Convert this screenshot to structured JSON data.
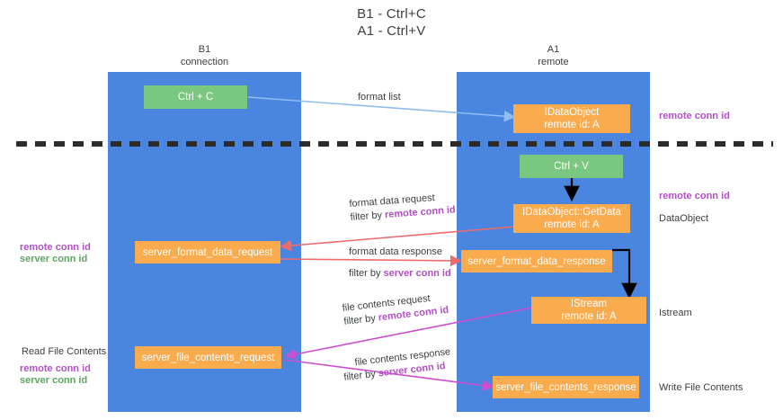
{
  "diagram": {
    "title_line1": "B1 - Ctrl+C",
    "title_line2": "A1 - Ctrl+V",
    "colors": {
      "lane": "#4a86e0",
      "green_box": "#7ac77f",
      "orange_box": "#f9ab4e",
      "purple_text": "#b34fc7",
      "green_text": "#5aa85f",
      "arrow_blue": "#8fbdf0",
      "arrow_red": "#ef6b6b",
      "arrow_magenta": "#cc4fd0",
      "arrow_black": "#000000",
      "divider": "#2b2b2b"
    },
    "lanes": [
      {
        "id": "b1",
        "title": "B1",
        "subtitle": "connection"
      },
      {
        "id": "a1",
        "title": "A1",
        "subtitle": "remote"
      }
    ],
    "nodes": {
      "ctrl_c": "Ctrl + C",
      "ctrl_v": "Ctrl + V",
      "idataobject_l1": "IDataObject",
      "idataobject_l2": "remote id: A",
      "getdata_l1": "IDataObject::GetData",
      "getdata_l2": "remote id: A",
      "istream_l1": "IStream",
      "istream_l2": "remote id: A",
      "server_format_data_request": "server_format_data_request",
      "server_format_data_response": "server_format_data_response",
      "server_file_contents_request": "server_file_contents_request",
      "server_file_contents_response": "server_file_contents_response"
    },
    "arrow_labels": {
      "format_list": "format list",
      "format_data_request": "format data request",
      "format_data_request_filter_prefix": "filter by ",
      "format_data_request_filter_key": "remote conn id",
      "format_data_response": "format data response",
      "format_data_response_filter_prefix": "filter by ",
      "format_data_response_filter_key": "server conn id",
      "file_contents_request": "file contents request",
      "file_contents_request_filter_prefix": "filter by ",
      "file_contents_request_filter_key": "remote conn id",
      "file_contents_response": "file contents response",
      "file_contents_response_filter_prefix": "filter by ",
      "file_contents_response_filter_key": "server conn id"
    },
    "right_labels": {
      "remote_conn_id_top": "remote conn id",
      "remote_conn_id_mid": "remote conn id",
      "dataobject": "DataObject",
      "istream": "Istream",
      "write_file_contents": "Write File Contents"
    },
    "left_labels": {
      "remote_conn_id_mid": "remote conn id",
      "server_conn_id_mid": "server conn id",
      "read_file_contents": "Read File Contents",
      "remote_conn_id_bottom": "remote conn id",
      "server_conn_id_bottom": "server conn id"
    }
  }
}
